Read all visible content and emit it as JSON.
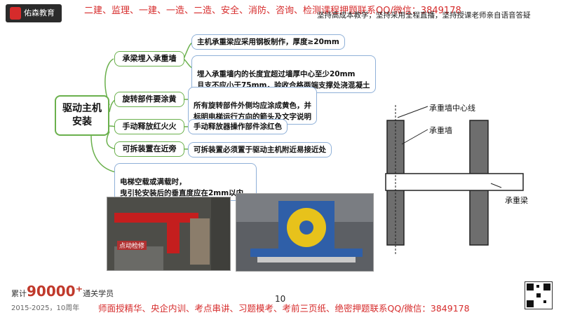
{
  "header": {
    "logo_text": "佑森教育",
    "banner": "二建、监理、一建、一造、二造、安全、消防、咨询、检测课程押题联系QQ/微信：3849178",
    "slogan": "坚持高成本教学，坚持采用全程直播，坚持授课老师亲自语音答疑"
  },
  "mindmap": {
    "center": "驱动主机安装",
    "branches": [
      {
        "label": "承梁埋入承重墙",
        "leaves": [
          "主机承重梁应采用钢板制作，厚度≥20mm",
          "埋入承重墙内的长度宜超过墙厚中心至少20mm\n且支不应小于75mm，验收合格两端支撑处浇混凝土"
        ]
      },
      {
        "label": "旋转部件要涂黄",
        "leaves": [
          "所有旋转部件外侧均应涂成黄色，并\n标明电梯运行方向的箭头及文字说明"
        ]
      },
      {
        "label": "手动释放红火火",
        "leaves": [
          "手动释放器操作部件涂红色"
        ]
      },
      {
        "label": "可拆装置在近旁",
        "leaves": [
          "可拆装置必须置于驱动主机附近易接近处"
        ]
      }
    ],
    "bottom_leaf": "电梯空载或满载时，\n曳引轮安装后的垂直度应在2mm以内。"
  },
  "photos": {
    "photo1_label": "点动检修"
  },
  "diagram": {
    "label_center": "承重墙中心线",
    "label_wall": "承重墙",
    "label_beam": "承重梁"
  },
  "footer": {
    "count_prefix": "累计",
    "count": "90000⁺",
    "count_suffix": "通关学员",
    "years": "2015-2025，10周年",
    "promo": "师面授精华、央企内训、考点串讲、习题模考、考前三页纸、绝密押题联系QQ/微信：3849178",
    "page_number": "10"
  },
  "colors": {
    "accent_red": "#d62b2b",
    "node_border": "#6ab04c",
    "leaf_border": "#8fb0d8"
  }
}
